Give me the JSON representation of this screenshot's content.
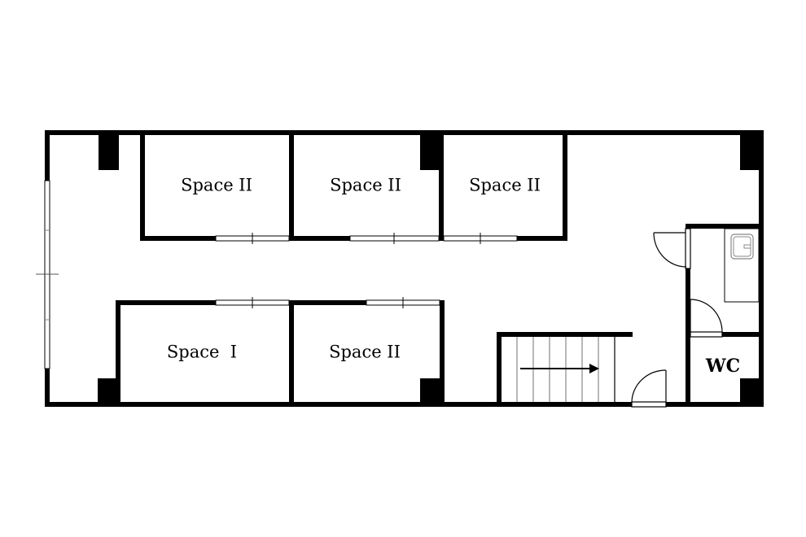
{
  "plan": {
    "colors": {
      "wall": "#000000",
      "window": "#ffffff",
      "fixture": "#888888"
    },
    "rooms": [
      {
        "label": "Space II"
      },
      {
        "label": "Space II"
      },
      {
        "label": "Space II"
      },
      {
        "label": "Space  I"
      },
      {
        "label": "Space II"
      }
    ],
    "wc_label": "WC"
  }
}
